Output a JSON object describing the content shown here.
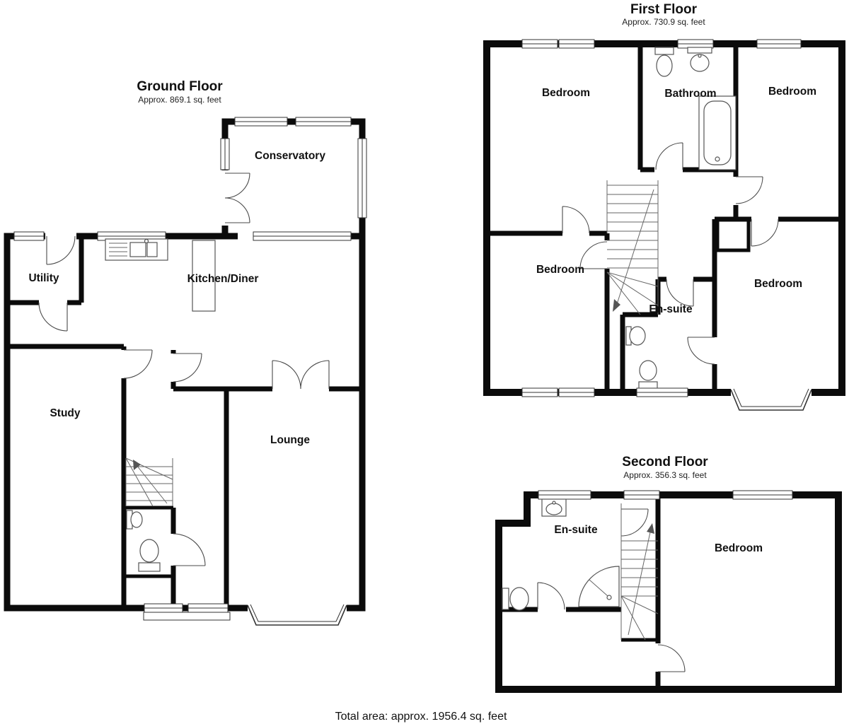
{
  "document": {
    "type": "property-floorplan",
    "background": "#ffffff"
  },
  "colors": {
    "wall": "#0b0b0b",
    "line": "#4a4a4a"
  },
  "floors": [
    {
      "id": "ground",
      "title": "Ground Floor",
      "area": "Approx. 869.1 sq. feet",
      "rooms": [
        {
          "label": "Conservatory"
        },
        {
          "label": "Utility"
        },
        {
          "label": "Kitchen/Diner"
        },
        {
          "label": "Study"
        },
        {
          "label": "Lounge"
        }
      ]
    },
    {
      "id": "first",
      "title": "First Floor",
      "area": "Approx. 730.9 sq. feet",
      "rooms": [
        {
          "label": "Bedroom"
        },
        {
          "label": "Bathroom"
        },
        {
          "label": "Bedroom"
        },
        {
          "label": "Bedroom"
        },
        {
          "label": "En-suite"
        },
        {
          "label": "Bedroom"
        }
      ]
    },
    {
      "id": "second",
      "title": "Second Floor",
      "area": "Approx. 356.3 sq. feet",
      "rooms": [
        {
          "label": "En-suite"
        },
        {
          "label": "Bedroom"
        }
      ]
    }
  ],
  "total_area": "Total area: approx. 1956.4 sq. feet"
}
